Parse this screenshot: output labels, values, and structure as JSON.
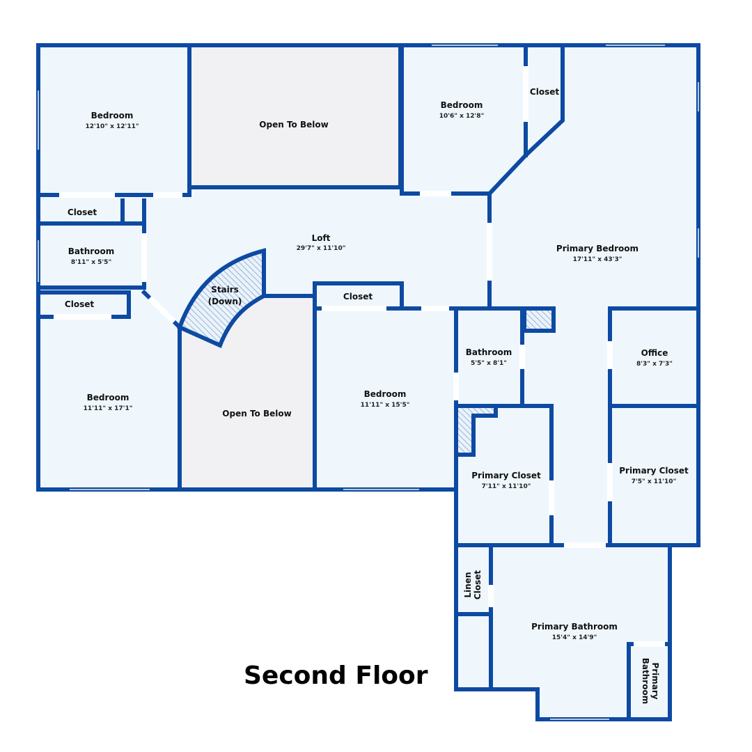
{
  "floor_title": "Second Floor",
  "colors": {
    "wall": "#0d4aa2",
    "room": "#eff7fd",
    "open_to_below": "#f1f1f3"
  },
  "rooms": {
    "bedroom_nw": {
      "name": "Bedroom",
      "dims": "12'10\" x 12'11\""
    },
    "open_below_top": {
      "name": "Open To Below"
    },
    "bedroom_ne": {
      "name": "Bedroom",
      "dims": "10'6\" x 12'8\""
    },
    "closet_ne": {
      "name": "Closet"
    },
    "closet_w1": {
      "name": "Closet"
    },
    "bathroom_w": {
      "name": "Bathroom",
      "dims": "8'11\" x 5'5\""
    },
    "closet_w2": {
      "name": "Closet"
    },
    "loft": {
      "name": "Loft",
      "dims": "29'7\" x 11'10\""
    },
    "stairs": {
      "name": "Stairs",
      "note": "(Down)"
    },
    "closet_mid": {
      "name": "Closet"
    },
    "primary_bedroom": {
      "name": "Primary Bedroom",
      "dims": "17'11\" x 43'3\""
    },
    "bedroom_sw": {
      "name": "Bedroom",
      "dims": "11'11\" x 17'1\""
    },
    "open_below_bottom": {
      "name": "Open To Below"
    },
    "bedroom_mid": {
      "name": "Bedroom",
      "dims": "11'11\" x 15'5\""
    },
    "bathroom_mid": {
      "name": "Bathroom",
      "dims": "5'5\" x 8'1\""
    },
    "office": {
      "name": "Office",
      "dims": "8'3\" x 7'3\""
    },
    "primary_closet_1": {
      "name": "Primary Closet",
      "dims": "7'11\" x 11'10\""
    },
    "primary_closet_2": {
      "name": "Primary Closet",
      "dims": "7'5\" x 11'10\""
    },
    "linen_closet": {
      "name_line1": "Linen",
      "name_line2": "Closet"
    },
    "primary_bathroom": {
      "name": "Primary Bathroom",
      "dims": "15'4\" x 14'9\""
    },
    "primary_bathroom_wc": {
      "name_line1": "Primary",
      "name_line2": "Bathroom"
    }
  }
}
